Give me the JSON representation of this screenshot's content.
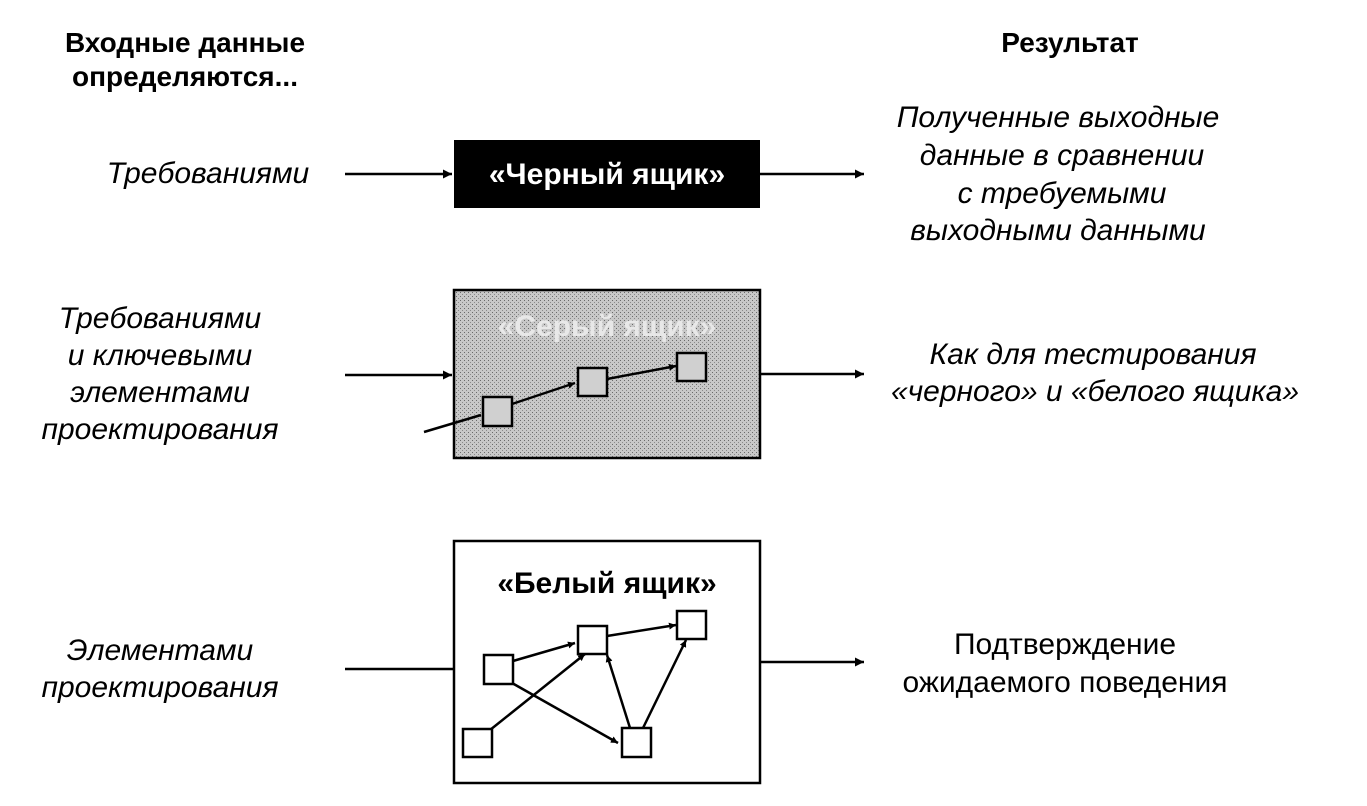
{
  "headers": {
    "input_line1": "Входные данные",
    "input_line2": "определяются...",
    "result": "Результат"
  },
  "rows": {
    "black": {
      "input": [
        "Требованиями"
      ],
      "box_label": "«Черный ящик»",
      "result": [
        "Полученные выходные",
        "данные в сравнении",
        "с требуемыми",
        "выходными данными"
      ]
    },
    "gray": {
      "input": [
        "Требованиями",
        "и ключевыми",
        "элементами",
        "проектирования"
      ],
      "box_label": "«Серый ящик»",
      "result": [
        "Как для тестирования",
        "«черного» и «белого ящика»"
      ]
    },
    "white": {
      "input": [
        "Элементами",
        "проектирования"
      ],
      "box_label": "«Белый ящик»",
      "result": [
        "Подтверждение",
        "ожидаемого поведения"
      ]
    }
  },
  "colors": {
    "black_box": "#000000",
    "gray_box": "#bdbdbd",
    "white_box": "#ffffff",
    "stroke": "#000000"
  }
}
